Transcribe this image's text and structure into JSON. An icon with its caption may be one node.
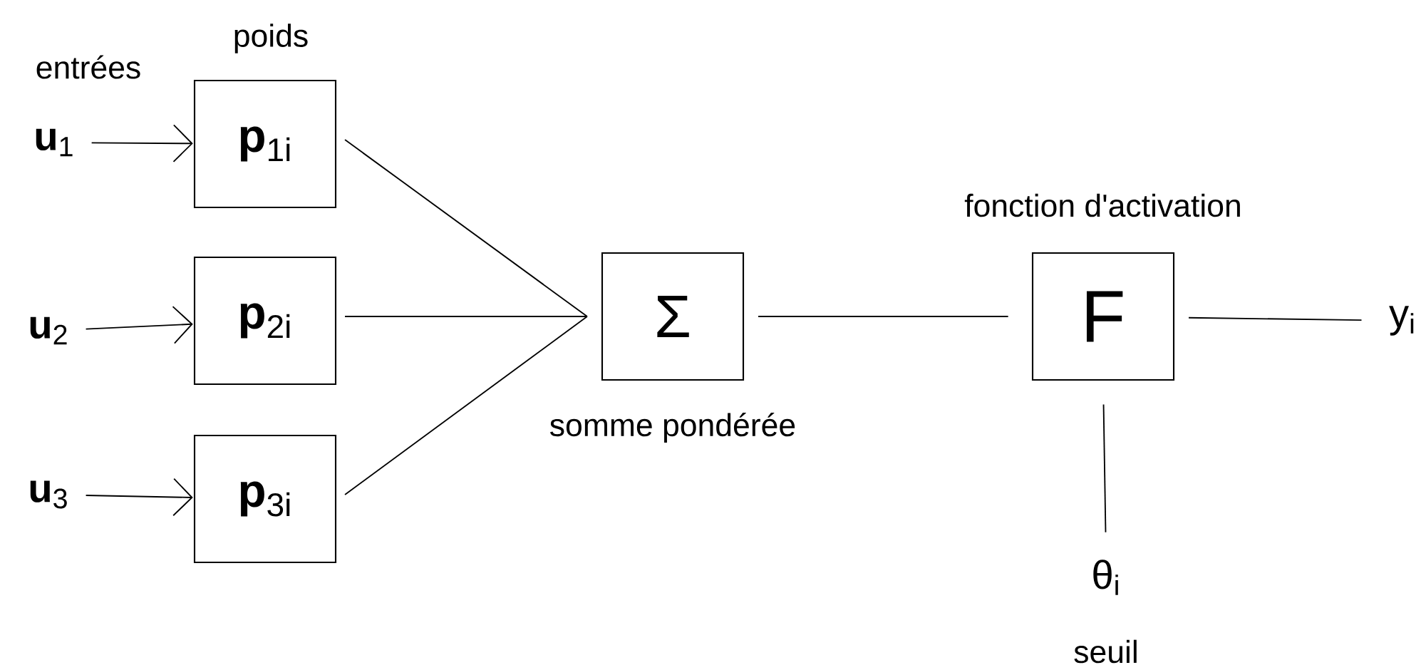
{
  "diagram": {
    "nodes": [
      {
        "text": [
          "**u**$_{1}$"
        ]
      },
      {
        "text": [
          "**u**$_{2}$"
        ]
      },
      {
        "text": [
          "**u**$_{3}$"
        ]
      },
      {
        "text": [
          "**p**$_{1i}$"
        ]
      },
      {
        "text": [
          "**p**$_{2i}$"
        ]
      },
      {
        "text": [
          "**p**$_{3i}$"
        ]
      },
      {
        "text": [
          "Σ"
        ],
        "beside": [
          "somme pondérée"
        ]
      },
      {
        "text": [
          "F"
        ],
        "beside": [
          "fonction d'activation"
        ]
      },
      {
        "text": [
          "y$_{i}$"
        ]
      },
      {
        "text": [
          "θ$_{i}$"
        ],
        "beside": [
          "seuil"
        ]
      }
    ],
    "edges": [
      {
        "from": 0,
        "to": 3,
        "arrow": "to"
      },
      {
        "from": 1,
        "to": 4,
        "arrow": "to"
      },
      {
        "from": 2,
        "to": 5,
        "arrow": "to"
      },
      {
        "from": 3,
        "to": 6,
        "arrow": "none"
      },
      {
        "from": 4,
        "to": 6,
        "arrow": "none"
      },
      {
        "from": 5,
        "to": 6,
        "arrow": "none"
      },
      {
        "from": 6,
        "to": 7,
        "arrow": "none"
      },
      {
        "from": 7,
        "to": 8,
        "arrow": "none"
      },
      {
        "from": 7,
        "to": 9,
        "arrow": "none"
      }
    ],
    "labels": [
      "entrées",
      "poids"
    ]
  }
}
